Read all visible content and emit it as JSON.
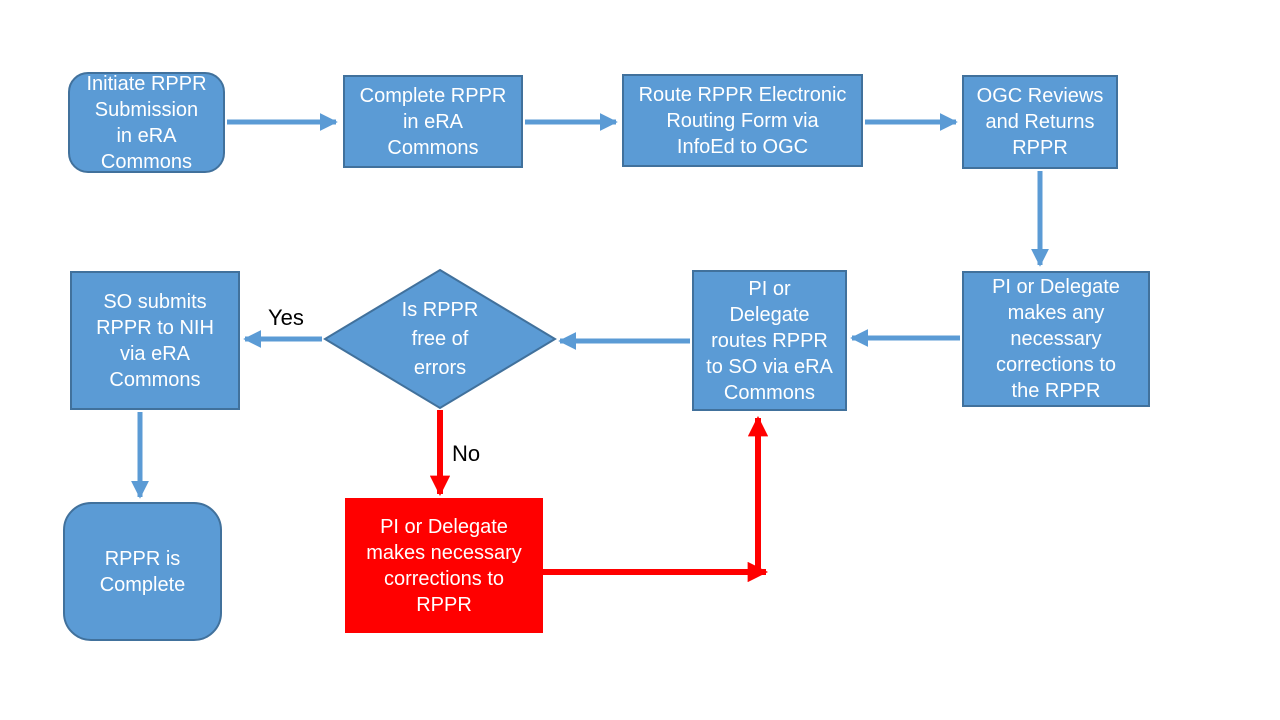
{
  "colors": {
    "box_fill": "#5B9BD5",
    "box_border": "#41719C",
    "arrow_blue": "#5B9BD5",
    "error_red": "#FF0000",
    "box_text": "#FFFFFF",
    "label_text": "#000000",
    "background": "#FFFFFF"
  },
  "nodes": {
    "initiate": {
      "shape": "rounded",
      "label": "Initiate RPPR\nSubmission\nin eRA\nCommons"
    },
    "complete": {
      "shape": "rect",
      "label": "Complete RPPR\nin eRA\nCommons"
    },
    "route": {
      "shape": "rect",
      "label": "Route RPPR Electronic\nRouting Form via\nInfoEd to OGC"
    },
    "ogc": {
      "shape": "rect",
      "label": "OGC Reviews\nand Returns\nRPPR"
    },
    "pi_corrections": {
      "shape": "rect",
      "label": "PI or Delegate\nmakes any\nnecessary\ncorrections to\nthe RPPR"
    },
    "pi_routes": {
      "shape": "rect",
      "label": "PI or\nDelegate\nroutes RPPR\nto SO via eRA\nCommons"
    },
    "decision": {
      "shape": "diamond",
      "label": "Is RPPR\nfree of\nerrors"
    },
    "so_submits": {
      "shape": "rect",
      "label": "SO submits\nRPPR to NIH\nvia eRA\nCommons"
    },
    "rppr_complete": {
      "shape": "rounded",
      "label": "RPPR is\nComplete"
    },
    "error_fix": {
      "shape": "rect-error",
      "label": "PI or Delegate\nmakes necessary\ncorrections to\nRPPR"
    }
  },
  "edge_labels": {
    "yes": "Yes",
    "no": "No"
  }
}
